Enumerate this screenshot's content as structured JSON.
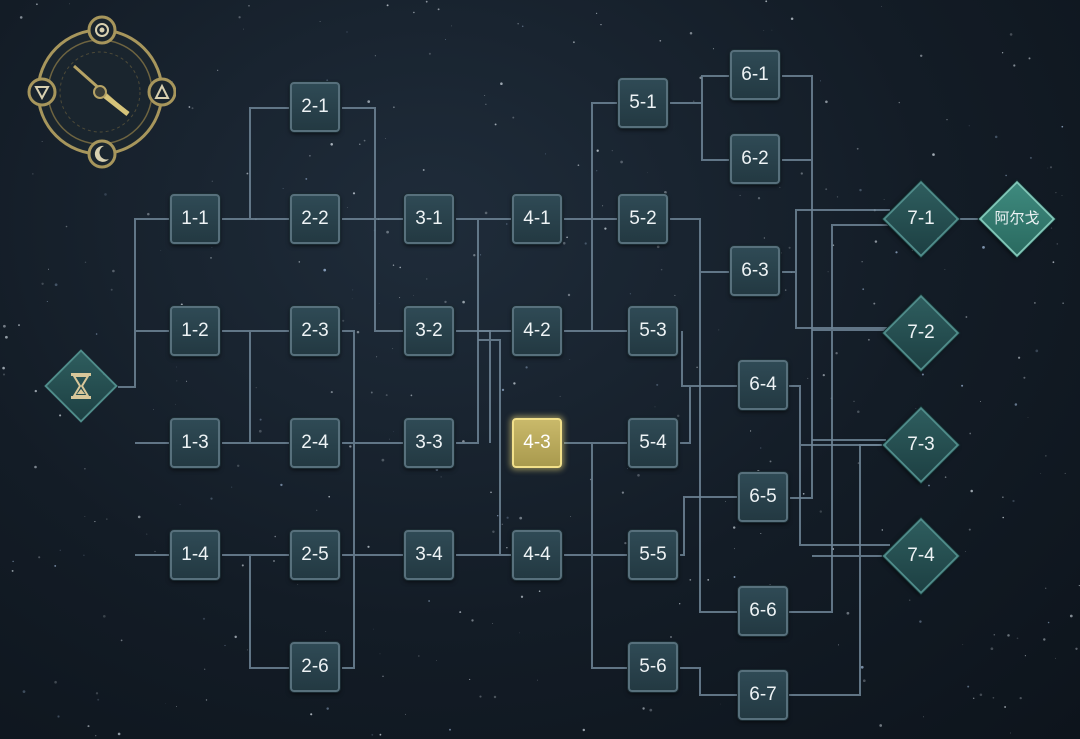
{
  "map": {
    "nodes": [
      {
        "id": "1-1",
        "label": "1-1"
      },
      {
        "id": "1-2",
        "label": "1-2"
      },
      {
        "id": "1-3",
        "label": "1-3"
      },
      {
        "id": "1-4",
        "label": "1-4"
      },
      {
        "id": "2-1",
        "label": "2-1"
      },
      {
        "id": "2-2",
        "label": "2-2"
      },
      {
        "id": "2-3",
        "label": "2-3"
      },
      {
        "id": "2-4",
        "label": "2-4"
      },
      {
        "id": "2-5",
        "label": "2-5"
      },
      {
        "id": "2-6",
        "label": "2-6"
      },
      {
        "id": "3-1",
        "label": "3-1"
      },
      {
        "id": "3-2",
        "label": "3-2"
      },
      {
        "id": "3-3",
        "label": "3-3"
      },
      {
        "id": "3-4",
        "label": "3-4"
      },
      {
        "id": "4-1",
        "label": "4-1"
      },
      {
        "id": "4-2",
        "label": "4-2"
      },
      {
        "id": "4-3",
        "label": "4-3",
        "current": true
      },
      {
        "id": "4-4",
        "label": "4-4"
      },
      {
        "id": "5-1",
        "label": "5-1"
      },
      {
        "id": "5-2",
        "label": "5-2"
      },
      {
        "id": "5-3",
        "label": "5-3"
      },
      {
        "id": "5-4",
        "label": "5-4"
      },
      {
        "id": "5-5",
        "label": "5-5"
      },
      {
        "id": "5-6",
        "label": "5-6"
      },
      {
        "id": "6-1",
        "label": "6-1"
      },
      {
        "id": "6-2",
        "label": "6-2"
      },
      {
        "id": "6-3",
        "label": "6-3"
      },
      {
        "id": "6-4",
        "label": "6-4"
      },
      {
        "id": "6-5",
        "label": "6-5"
      },
      {
        "id": "6-6",
        "label": "6-6"
      },
      {
        "id": "6-7",
        "label": "6-7"
      }
    ],
    "gates": [
      {
        "id": "7-1",
        "label": "7-1"
      },
      {
        "id": "7-2",
        "label": "7-2"
      },
      {
        "id": "7-3",
        "label": "7-3"
      },
      {
        "id": "7-4",
        "label": "7-4"
      }
    ],
    "boss": {
      "label": "阿尔戈"
    },
    "start_icon": "hourglass-icon",
    "compass_icon": "compass-icon",
    "compass_symbols": [
      "eye-icon",
      "triangle-left-icon",
      "triangle-right-icon",
      "moon-icon"
    ]
  },
  "colors": {
    "current_node": "#c9b96a",
    "node": "#2f4a55",
    "gate": "#2e5d5e",
    "line": "#6f8596"
  }
}
